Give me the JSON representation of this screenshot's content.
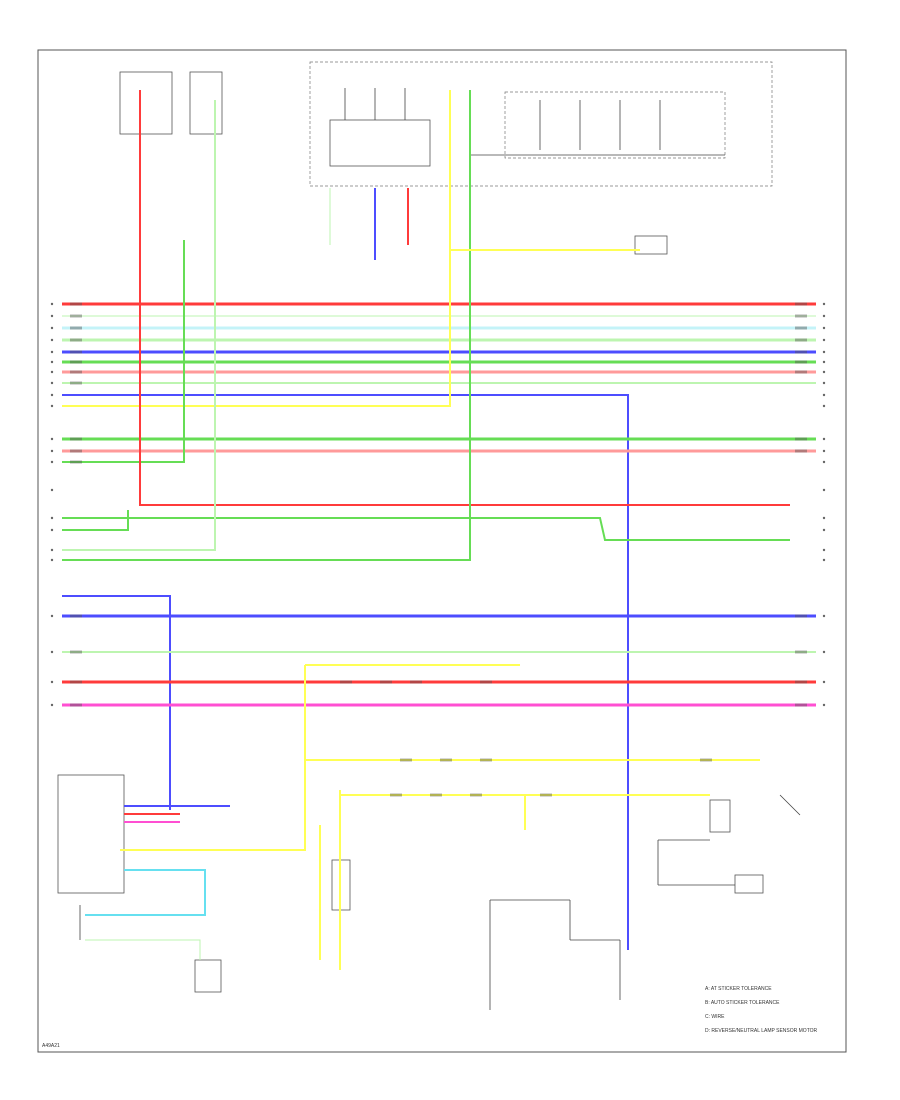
{
  "colors": {
    "red": "#ff3b3b",
    "green": "#66dd55",
    "lightgreen": "#bdf5b0",
    "blue": "#4d4dff",
    "yellow": "#ffff55",
    "pink": "#ff4fd2",
    "cyan": "#66e0f0",
    "lightcyan": "#c4f3f8",
    "salmon": "#ff9a9a",
    "orange": "#ffb060"
  },
  "footer": {
    "code": "A49A21"
  },
  "legend": {
    "items": [
      "A: AT STICKER TOLERANCE",
      "B: AUTO STICKER TOLERANCE",
      "C: WIRE",
      "D: REVERSE/NEUTRAL LAMP SENSOR MOTOR"
    ]
  }
}
